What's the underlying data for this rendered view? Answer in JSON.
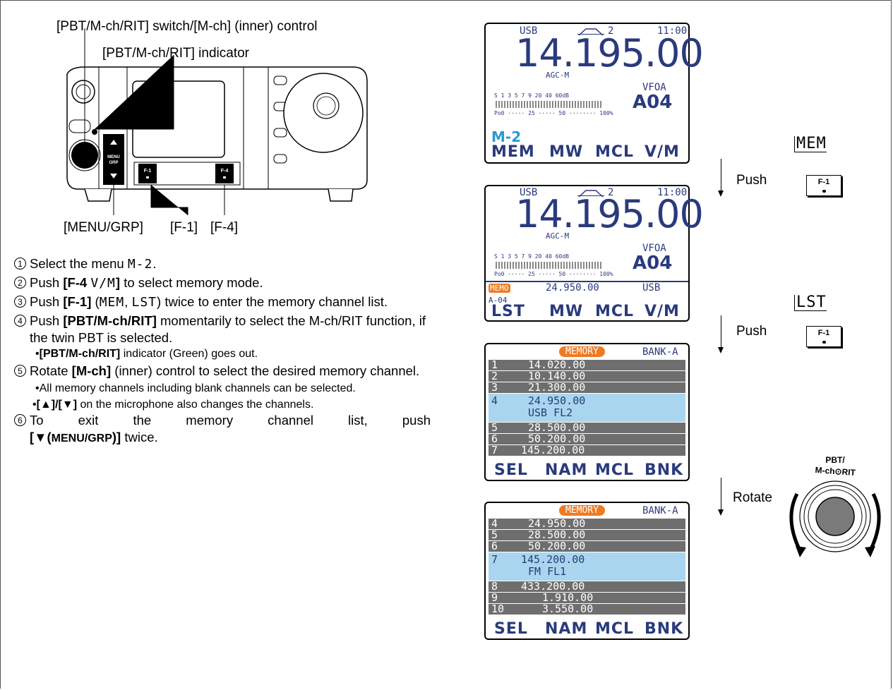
{
  "callouts": {
    "pbt_switch": "[PBT/M-ch/RIT] switch/[M-ch] (inner) control",
    "pbt_indicator": "[PBT/M-ch/RIT] indicator",
    "menu_grp": "[MENU/GRP]",
    "f1": "[F-1]",
    "f4": "[F-4]"
  },
  "radio": {
    "menu_key": "MENU",
    "grp_key": "GRP",
    "f1_key": "F-1",
    "f4_key": "F-4"
  },
  "steps": [
    {
      "num": "1",
      "pre": "Select the menu ",
      "lcd": "M-2",
      "post": "."
    },
    {
      "num": "2",
      "pre": "Push ",
      "bold": "[F-4 ",
      "lcd": "V/M",
      "bold2": "]",
      "post": " to select memory mode."
    },
    {
      "num": "3",
      "pre": "Push ",
      "bold": "[F-1]",
      "mid": " (",
      "lcd": "MEM",
      "mid2": ", ",
      "lcd2": "LST",
      "post": ") twice to enter the memory channel list."
    },
    {
      "num": "4",
      "pre": "Push ",
      "bold": "[PBT/M-ch/RIT]",
      "post": " momentarily to select the M-ch/RIT function, if the twin PBT is selected.",
      "sub_bold": "[PBT/M-ch/RIT]",
      "sub_post": " indicator (Green) goes out."
    },
    {
      "num": "5",
      "pre": "Rotate ",
      "bold": "[M-ch]",
      "post": " (inner) control to select the desired memory channel.",
      "sub1": "All memory channels including blank channels can be selected.",
      "sub2_bold": "[▲]/[▼]",
      "sub2_post": " on the microphone also changes the channels."
    },
    {
      "num": "6",
      "pre": "To exit the memory channel list, push",
      "bold": "[▼(",
      "caps": "MENU/GRP",
      "bold2": ")]",
      "post": " twice."
    }
  ],
  "screen1": {
    "mode": "USB",
    "filter": "2",
    "time": "11:00",
    "freq": "14.195.00",
    "agc": "AGC-M",
    "vfo": "VFOA",
    "meter_scale": "S 1 3 5 7 9 20 40 60dB",
    "po_scale": "Po0 ····· 25 ····· 50 ········ 100%",
    "channel": "A04",
    "menu": "M-2",
    "keys": [
      "MEM",
      "MW",
      "MCL",
      "V/M"
    ]
  },
  "screen2": {
    "mode": "USB",
    "filter": "2",
    "time": "11:00",
    "freq": "14.195.00",
    "agc": "AGC-M",
    "vfo": "VFOA",
    "meter_scale": "S 1 3 5 7 9 20 40 60dB",
    "po_scale": "Po0 ····· 25 ····· 50 ········ 100%",
    "channel": "A04",
    "memo_tag": "MEMO",
    "memo_freq": "24.950.00",
    "memo_mode": "USB",
    "mem_ch": "A-04",
    "keys": [
      "LST",
      "MW",
      "MCL",
      "V/M"
    ]
  },
  "screen3": {
    "title": "MEMORY",
    "bank": "BANK-A",
    "rows": [
      {
        "n": "1",
        "v": "14.020.00"
      },
      {
        "n": "2",
        "v": "10.140.00"
      },
      {
        "n": "3",
        "v": "21.300.00"
      },
      {
        "n": "4",
        "v": "24.950.00",
        "v2": "USB FL2"
      },
      {
        "n": "5",
        "v": "28.500.00"
      },
      {
        "n": "6",
        "v": "50.200.00"
      },
      {
        "n": "7",
        "v": "145.200.00"
      }
    ],
    "keys": [
      "SEL",
      "NAM",
      "MCL",
      "BNK"
    ]
  },
  "screen4": {
    "title": "MEMORY",
    "bank": "BANK-A",
    "rows": [
      {
        "n": "4",
        "v": "24.950.00"
      },
      {
        "n": "5",
        "v": "28.500.00"
      },
      {
        "n": "6",
        "v": "50.200.00"
      },
      {
        "n": "7",
        "v": "145.200.00",
        "v2": "FM FL1"
      },
      {
        "n": "8",
        "v": "433.200.00"
      },
      {
        "n": "9",
        "v": "1.910.00"
      },
      {
        "n": "10",
        "v": "3.550.00"
      }
    ],
    "keys": [
      "SEL",
      "NAM",
      "MCL",
      "BNK"
    ]
  },
  "actions": {
    "push1": "Push",
    "tab1": "MEM",
    "key1": "F-1",
    "push2": "Push",
    "tab2": "LST",
    "key2": "F-1",
    "rotate": "Rotate",
    "knob_top": "PBT/",
    "knob_bottom": "M-ch⊙RIT"
  },
  "colors": {
    "lcd_text": "#2a3a7c",
    "highlight": "#a9d6ee",
    "memory_tag": "#ef7a22",
    "row_gray": "#6e6e6e"
  }
}
